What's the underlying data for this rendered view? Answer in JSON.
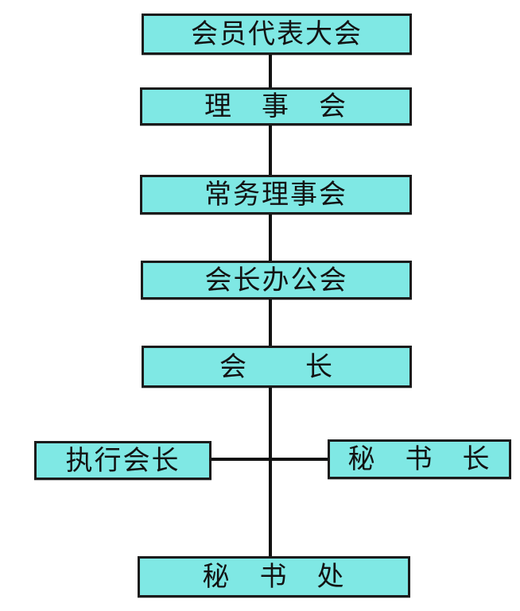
{
  "diagram": {
    "type": "org-chart",
    "title": "",
    "colors": {
      "background": "#ffffff",
      "box_fill": "#7fe8e4",
      "box_border": "#1b1b1b",
      "line": "#111111",
      "text": "#121212"
    },
    "nodes": [
      {
        "id": "members-congress",
        "label": "会员代表大会"
      },
      {
        "id": "council",
        "label": "理　事　会"
      },
      {
        "id": "standing-council",
        "label": "常务理事会"
      },
      {
        "id": "presidents-office",
        "label": "会长办公会"
      },
      {
        "id": "president",
        "label": "会　　长"
      },
      {
        "id": "executive-president",
        "label": "执行会长"
      },
      {
        "id": "secretary-general",
        "label": "秘　书　长"
      },
      {
        "id": "secretariat",
        "label": "秘　书　处"
      }
    ],
    "edges": [
      {
        "from": "members-congress",
        "to": "council",
        "style": "vertical"
      },
      {
        "from": "council",
        "to": "standing-council",
        "style": "vertical"
      },
      {
        "from": "standing-council",
        "to": "presidents-office",
        "style": "vertical"
      },
      {
        "from": "presidents-office",
        "to": "president",
        "style": "vertical"
      },
      {
        "from": "president",
        "to": "secretariat",
        "style": "vertical"
      },
      {
        "from": "executive-president",
        "to": "trunk",
        "style": "horizontal"
      },
      {
        "from": "trunk",
        "to": "secretary-general",
        "style": "horizontal"
      }
    ]
  }
}
